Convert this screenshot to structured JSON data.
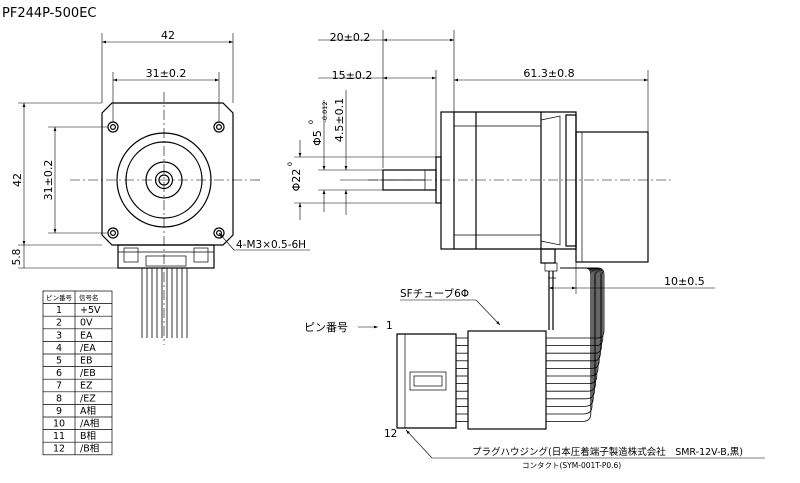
{
  "title": "PF244P-500EC",
  "dimensions": {
    "width_42": "42",
    "mount_31": "31±0.2",
    "height_42": "42",
    "height_31": "31±0.2",
    "bottom_5_8": "5.8",
    "screw_spec": "4-M3×0.5-6H",
    "len_20": "20±0.2",
    "len_15": "15±0.2",
    "len_61_3": "61.3±0.8",
    "shaft_dia": "Φ5",
    "shaft_tol_upper": "0",
    "shaft_tol_lower": "-0.012",
    "flat_4_5": "4.5±0.1",
    "boss_dia": "Φ22",
    "boss_tol": "0",
    "lead_10": "10±0.5"
  },
  "labels": {
    "sf_tube": "SFチューブ6Φ",
    "pin_number": "ピン番号",
    "pin_1": "1",
    "pin_12": "12",
    "plug_housing": "プラグハウジング(日本圧着端子製造株式会社　SMR-12V-B,黒)",
    "contact": "コンタクト(SYM-001T-P0.6)"
  },
  "pin_table": {
    "headers": [
      "ピン番号",
      "信号名"
    ],
    "rows": [
      [
        "1",
        "+5V"
      ],
      [
        "2",
        "0V"
      ],
      [
        "3",
        "EA"
      ],
      [
        "4",
        "/EA"
      ],
      [
        "5",
        "EB"
      ],
      [
        "6",
        "/EB"
      ],
      [
        "7",
        "EZ"
      ],
      [
        "8",
        "/EZ"
      ],
      [
        "9",
        "A相"
      ],
      [
        "10",
        "/A相"
      ],
      [
        "11",
        "B相"
      ],
      [
        "12",
        "/B相"
      ]
    ]
  }
}
